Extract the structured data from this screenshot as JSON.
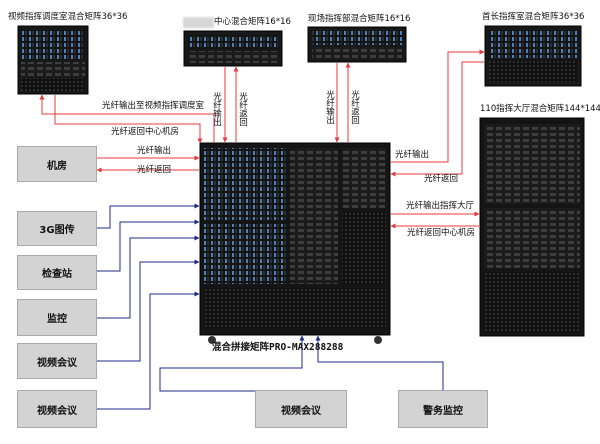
{
  "titles": {
    "video_room": "视频指挥调度室混合矩阵36*36",
    "center": "中心混合矩阵16*16",
    "field": "现场指挥部混合矩阵16*16",
    "chief": "首长指挥室混合矩阵36*36",
    "hall": "110指挥大厅混合矩阵144*144",
    "main": "混合拼接矩阵PRO-MAX288288"
  },
  "boxes": {
    "jifang": "机房",
    "tuchuan": "3G图传",
    "jianchazhan": "检查站",
    "jiankong": "监控",
    "shipin1": "视频会议",
    "shipin2": "视频会议",
    "shipin3": "视频会议",
    "jingwu": "警务监控"
  },
  "labels": {
    "out_video": "光纤输出至视频指挥调度室",
    "back_center_top": "光纤返回中心机房",
    "jf_out": "光纤输出",
    "jf_back": "光纤返回",
    "center_out": "光纤输出",
    "center_back": "光纤返回",
    "field_out": "光纤输出",
    "field_back": "光纤返回",
    "chief_out": "光纤输出",
    "chief_back": "光纤返回",
    "hall_out": "光纤输出指挥大厅",
    "hall_back": "光纤返回中心机房"
  },
  "colors": {
    "red": "#e8383d",
    "blue": "#1c2b8a",
    "box": "#d3d3d3"
  }
}
